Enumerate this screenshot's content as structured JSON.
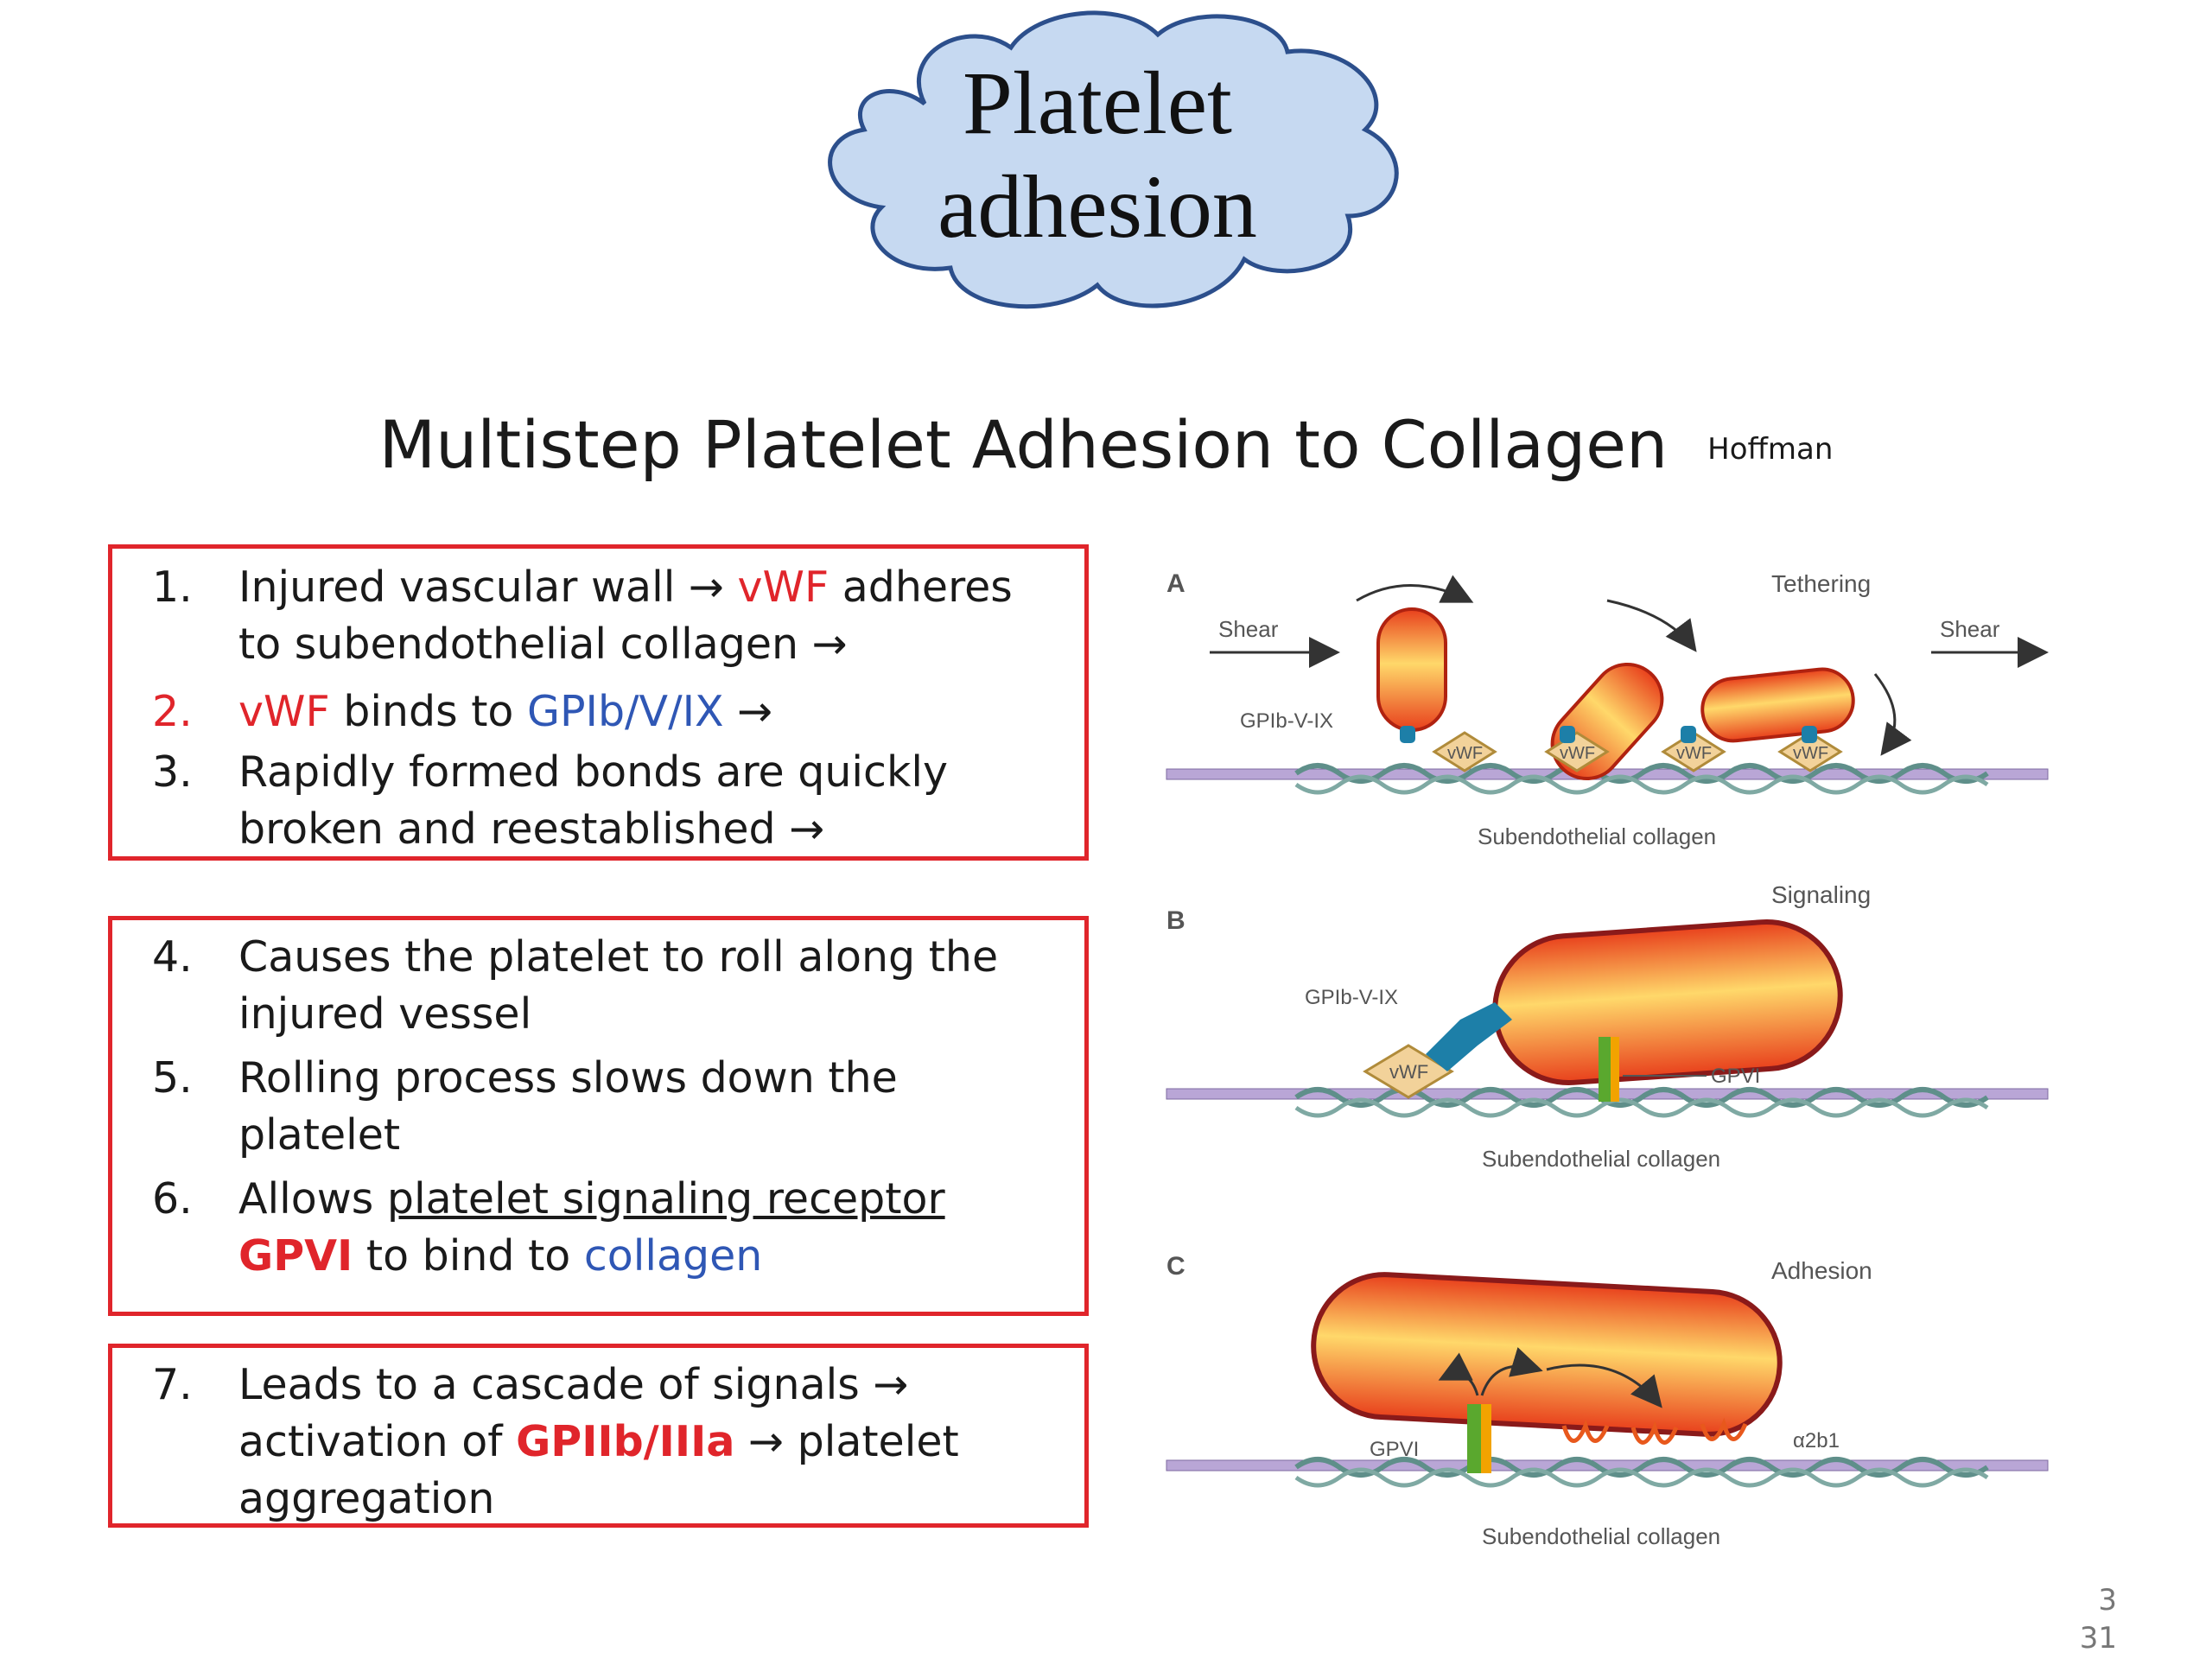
{
  "cloud_title": {
    "line1": "Platelet",
    "line2": "adhesion"
  },
  "heading": {
    "text": "Multistep Platelet Adhesion to Collagen",
    "credit": "Hoffman"
  },
  "steps": [
    {
      "num": "1.",
      "parts": [
        "Injured vascular wall → ",
        "vWF",
        " adheres to subendothelial collagen →"
      ]
    },
    {
      "num": "2.",
      "parts": [
        "vWF",
        " binds to ",
        "GPIb/V/IX",
        " →"
      ]
    },
    {
      "num": "3.",
      "parts": [
        "Rapidly formed bonds are quickly broken and reestablished →"
      ]
    },
    {
      "num": "4.",
      "parts": [
        "Causes the platelet to roll along the injured vessel"
      ]
    },
    {
      "num": "5.",
      "parts": [
        "Rolling process slows down the platelet"
      ]
    },
    {
      "num": "6.",
      "parts": [
        "Allows ",
        "platelet signaling receptor",
        " ",
        "GPVI",
        " to bind to ",
        "collagen"
      ]
    },
    {
      "num": "7.",
      "parts": [
        "Leads to a cascade of signals → activation of ",
        "GPIIb/IIIa",
        " → platelet aggregation"
      ]
    }
  ],
  "figure": {
    "panel_a": {
      "letter": "A",
      "stage": "Tethering",
      "shear_left": "Shear",
      "shear_right": "Shear",
      "receptor": "GPIb-V-IX",
      "ligand": "vWF",
      "matrix": "Subendothelial collagen"
    },
    "panel_b": {
      "letter": "B",
      "stage": "Signaling",
      "receptor": "GPIb-V-IX",
      "ligand": "vWF",
      "receptor2": "GPVI",
      "matrix": "Subendothelial collagen"
    },
    "panel_c": {
      "letter": "C",
      "stage": "Adhesion",
      "receptor": "GPVI",
      "integrin": "α2b1",
      "matrix": "Subendothelial collagen"
    }
  },
  "page": {
    "number_top": "3",
    "number_bottom": "31"
  },
  "colors": {
    "box_border": "#e0252b",
    "red_text": "#e0252b",
    "blue_text": "#2f57b5",
    "cloud_fill": "#c6d9f1",
    "cloud_stroke": "#2c4f8c",
    "platelet": "#e8401c"
  }
}
